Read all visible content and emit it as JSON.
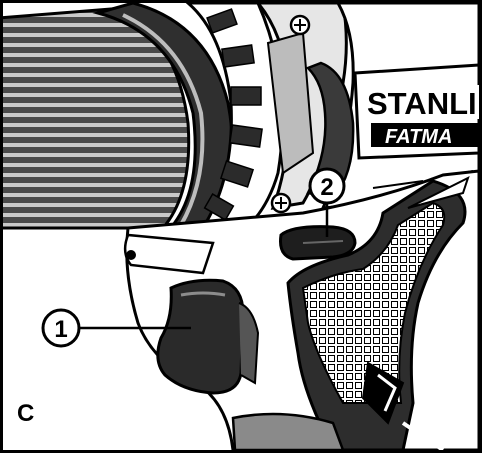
{
  "figure": {
    "panel_letter": "C",
    "brand_line_1": "STANLI",
    "brand_line_2": "FATMA",
    "callouts": [
      {
        "number": "1",
        "part": "trigger-switch"
      },
      {
        "number": "2",
        "part": "forward-reverse-button"
      }
    ]
  },
  "colors": {
    "outline": "#000000",
    "background": "#ffffff",
    "dark_grey": "#333333",
    "mid_grey": "#8a8a8a",
    "light_grey": "#d9d9d9"
  }
}
